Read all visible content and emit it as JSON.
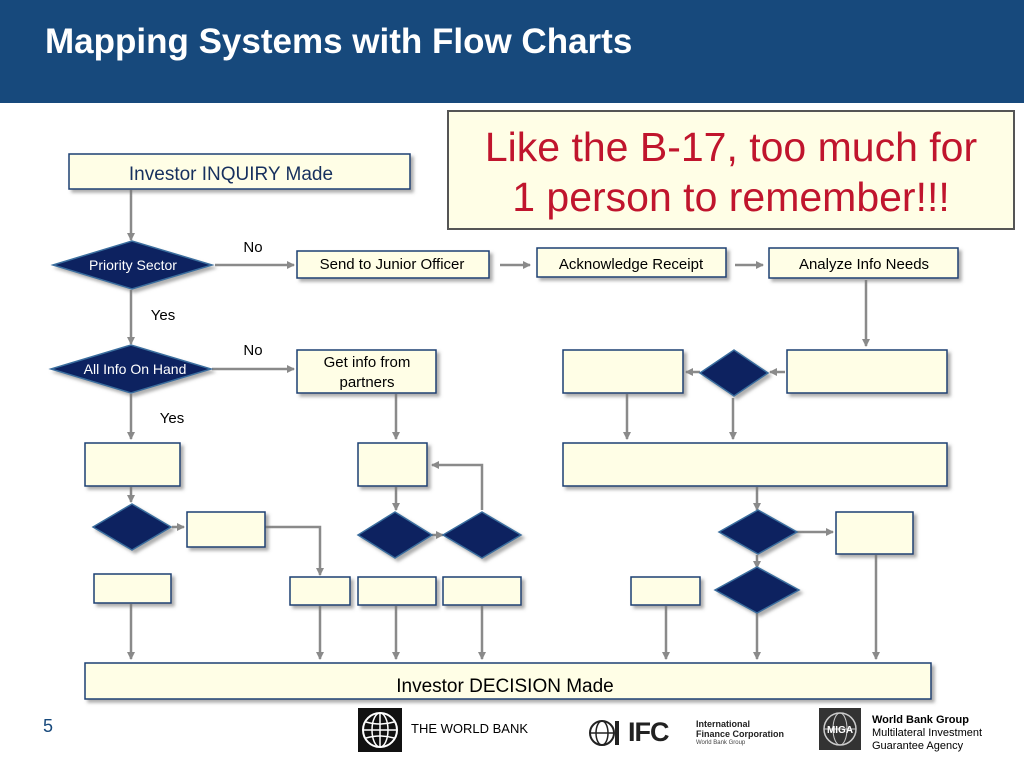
{
  "slide": {
    "title": "Mapping Systems with Flow Charts",
    "page_number": "5"
  },
  "callout": {
    "line1": "Like the B-17, too much for",
    "line2": "1 person to remember!!!"
  },
  "flow": {
    "start": "Investor INQUIRY Made",
    "decision_priority": "Priority Sector",
    "decision_info": "All Info On Hand",
    "no_label_1": "No",
    "no_label_2": "No",
    "yes_label_1": "Yes",
    "yes_label_2": "Yes",
    "junior_officer": "Send to Junior Officer",
    "acknowledge": "Acknowledge Receipt",
    "analyze": "Analyze Info Needs",
    "get_info_line1": "Get info from",
    "get_info_line2": "partners",
    "end": "Investor DECISION Made"
  },
  "footer": {
    "world_bank": "THE WORLD BANK",
    "ifc_logo": "IFC",
    "ifc_line1": "International",
    "ifc_line2": "Finance Corporation",
    "ifc_line3": "World Bank Group",
    "miga_logo": "MIGA",
    "miga_line1": "World Bank Group",
    "miga_line2": "Multilateral Investment",
    "miga_line3": "Guarantee Agency"
  },
  "colors": {
    "header": "#17497c",
    "box_fill": "#fffee6",
    "diamond_fill": "#0c2461",
    "callout_text": "#c0152d"
  }
}
